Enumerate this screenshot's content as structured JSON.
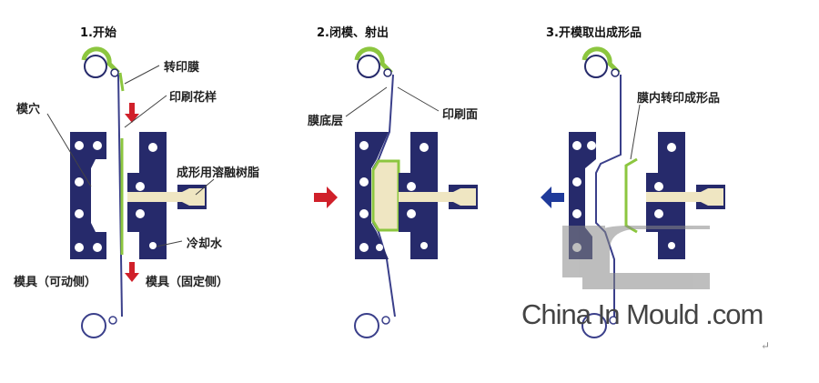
{
  "colors": {
    "mold": "#262a6b",
    "film": "#3a3f8a",
    "print": "#8cc63f",
    "resin": "#efe6c2",
    "red_arrow": "#d0202a",
    "blue_arrow": "#1f3a9a"
  },
  "steps": [
    {
      "title": "1.开始",
      "labels": {
        "film": "转印膜",
        "pattern": "印刷花样",
        "cavity": "模穴",
        "resin": "成形用溶融树脂",
        "cooling": "冷却水",
        "mold_moving": "模具（可动侧）",
        "mold_fixed": "模具（固定侧）"
      }
    },
    {
      "title": "2.闭模、射出",
      "labels": {
        "base_layer": "膜底层",
        "print_face": "印刷面"
      }
    },
    {
      "title": "3.开模取出成形品",
      "labels": {
        "product": "膜内转印成形品"
      }
    }
  ],
  "watermark": "China In Mould .com",
  "return_mark": "↵"
}
